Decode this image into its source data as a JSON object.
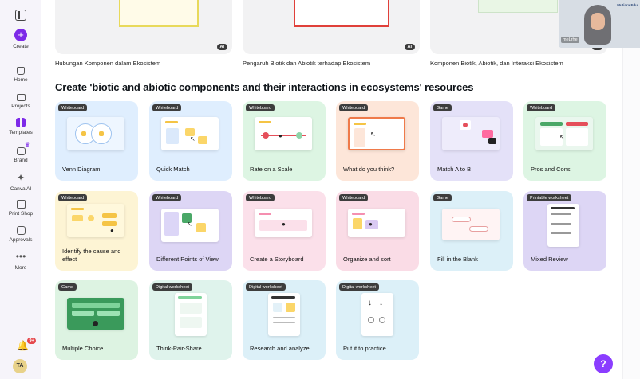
{
  "sidebar": {
    "create": "Create",
    "items": [
      {
        "label": "Home",
        "icon": "home-icon"
      },
      {
        "label": "Projects",
        "icon": "folder-icon"
      },
      {
        "label": "Templates",
        "icon": "templates-icon"
      },
      {
        "label": "Brand",
        "icon": "brand-icon"
      },
      {
        "label": "Canva AI",
        "icon": "canva-ai-icon"
      },
      {
        "label": "Print Shop",
        "icon": "print-shop-icon"
      },
      {
        "label": "Approvals",
        "icon": "approvals-icon"
      },
      {
        "label": "More",
        "icon": "more-icon"
      }
    ],
    "notifications_badge": "9+",
    "avatar_initials": "TA"
  },
  "top_cards": [
    {
      "label": "Hubungan Komponen dalam Ekosistem",
      "badge": "AI"
    },
    {
      "label": "Pengaruh Biotik dan Abiotik terhadap Ekosistem",
      "badge": "AI"
    },
    {
      "label": "Komponen Biotik, Abiotik, dan Interaksi Ekosistem",
      "badge": "AI"
    }
  ],
  "heading": "Create 'biotic and abiotic components and their interactions in ecosystems' resources",
  "templates": [
    {
      "tag": "Whiteboard",
      "label": "Venn Diagram"
    },
    {
      "tag": "Whiteboard",
      "label": "Quick Match"
    },
    {
      "tag": "Whiteboard",
      "label": "Rate on a Scale"
    },
    {
      "tag": "Whiteboard",
      "label": "What do you think?"
    },
    {
      "tag": "Game",
      "label": "Match A to B"
    },
    {
      "tag": "Whiteboard",
      "label": "Pros and Cons"
    },
    {
      "tag": "Whiteboard",
      "label": "Identify the cause and effect"
    },
    {
      "tag": "Whiteboard",
      "label": "Different Points of View"
    },
    {
      "tag": "Whiteboard",
      "label": "Create a Storyboard"
    },
    {
      "tag": "Whiteboard",
      "label": "Organize and sort"
    },
    {
      "tag": "Game",
      "label": "Fill in the Blank"
    },
    {
      "tag": "Printable worksheet",
      "label": "Mixed Review"
    },
    {
      "tag": "Game",
      "label": "Multiple Choice"
    },
    {
      "tag": "Digital worksheet",
      "label": "Think-Pair-Share"
    },
    {
      "tag": "Digital worksheet",
      "label": "Research and analyze"
    },
    {
      "tag": "Digital worksheet",
      "label": "Put it to practice"
    }
  ],
  "video": {
    "name": "meLrhe",
    "brand": "Mutiara Edu"
  },
  "help": "?",
  "colors": {
    "accent": "#7d2ae8",
    "badge": "#e5484d"
  }
}
